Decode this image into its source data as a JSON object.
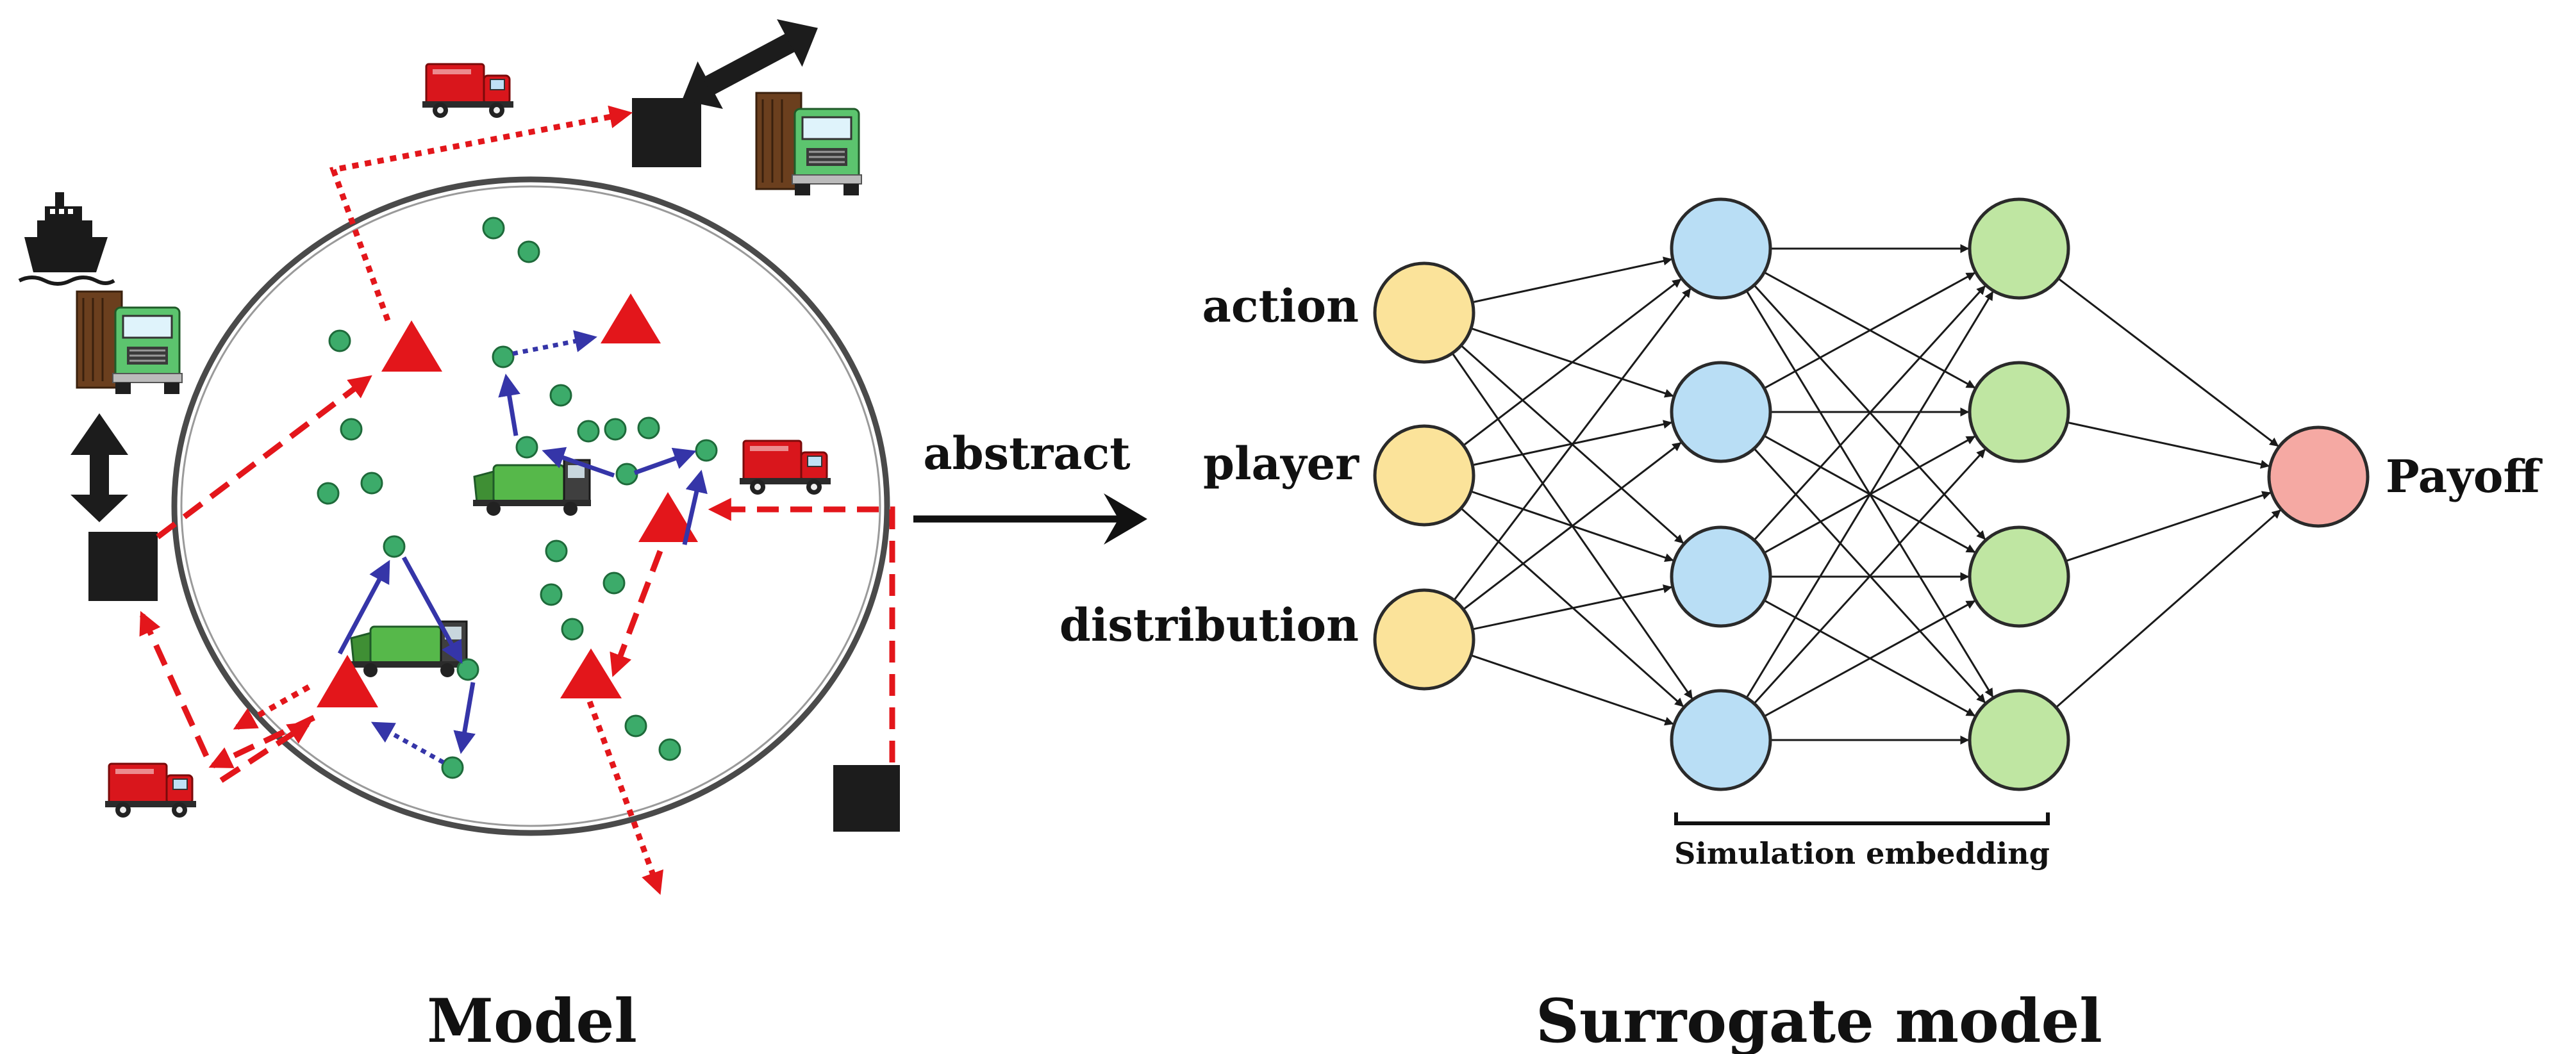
{
  "figure": {
    "left_panel": {
      "title": "Model",
      "icons": [
        "ship-icon",
        "truck-icon",
        "garbage-truck-icon",
        "depot-square",
        "transfer-triangle",
        "collection-point-dot"
      ]
    },
    "arrow_label": "abstract",
    "right_panel": {
      "title": "Surrogate model",
      "inputs": [
        "action",
        "player",
        "distribution"
      ],
      "output": "Payoff",
      "hidden_caption": "Simulation embedding",
      "layers": [
        3,
        4,
        4,
        1
      ]
    },
    "colors": {
      "input_node": "#fbe39a",
      "hidden1_node": "#b9def5",
      "hidden2_node": "#bfe6a2",
      "output_node": "#f5a9a3",
      "triangle": "#e3161b",
      "dots": "#3cab6a",
      "red_route": "#e3161b",
      "blue_route": "#3535a8",
      "square": "#1c1c1c"
    }
  }
}
